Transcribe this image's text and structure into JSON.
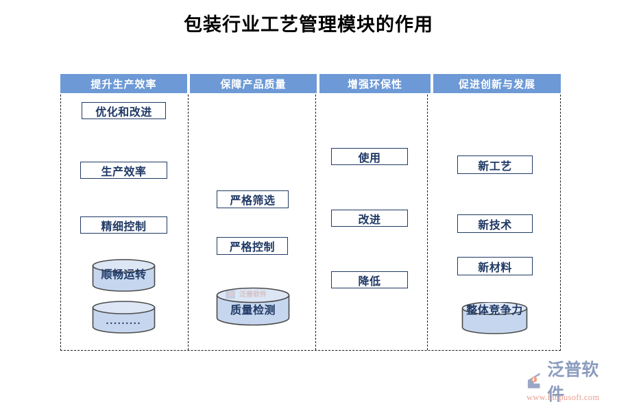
{
  "page": {
    "title": "包装行业工艺管理模块的作用",
    "title_color": "#000000",
    "background": "#ffffff"
  },
  "theme": {
    "header_bg": "#6d9ad6",
    "header_text": "#ffffff",
    "node_border": "#1f3864",
    "node_text": "#1f3864",
    "cylinder_fill": "#c6d6ee",
    "cylinder_stroke": "#4a4a4a",
    "divider_style": "dashed"
  },
  "columns": [
    {
      "header": "提升生产效率",
      "nodes": [
        {
          "type": "box",
          "label": "优化和改进"
        },
        {
          "type": "box",
          "label": "生产效率"
        },
        {
          "type": "box",
          "label": "精细控制"
        },
        {
          "type": "cylinder",
          "label": "顺畅运转"
        },
        {
          "type": "cylinder",
          "label": "........."
        }
      ]
    },
    {
      "header": "保障产品质量",
      "nodes": [
        {
          "type": "box",
          "label": "严格筛选"
        },
        {
          "type": "box",
          "label": "严格控制"
        },
        {
          "type": "cylinder",
          "label": "质量检测"
        }
      ]
    },
    {
      "header": "增强环保性",
      "nodes": [
        {
          "type": "box",
          "label": "使用"
        },
        {
          "type": "box",
          "label": "改进"
        },
        {
          "type": "box",
          "label": "降低"
        }
      ]
    },
    {
      "header": "促进创新与发展",
      "nodes": [
        {
          "type": "box",
          "label": "新工艺"
        },
        {
          "type": "box",
          "label": "新技术"
        },
        {
          "type": "box",
          "label": "新材料"
        },
        {
          "type": "cylinder",
          "label": "整体竞争力"
        }
      ]
    }
  ],
  "brand": {
    "name": "泛普软件",
    "url": "www.fanpusoft.com",
    "name_color": "#8c9cbe",
    "url_color": "#e8a090"
  }
}
